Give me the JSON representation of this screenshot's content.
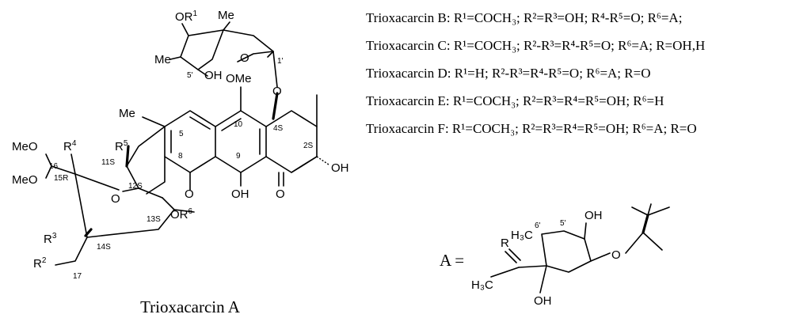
{
  "structure_labels": {
    "or1_top": {
      "main": "OR",
      "sup": "1"
    },
    "me_sugar": "Me",
    "me_sugar2": "Me",
    "o_sugar": "O",
    "oh_sugar": "OH",
    "pos_5p": "5'",
    "pos_1p": "1'",
    "ome": "OMe",
    "o_glyco": "O",
    "me_aryl": "Me",
    "pos_5": "5",
    "pos_10": "10",
    "pos_4s": "4S",
    "pos_8": "8",
    "pos_9": "9",
    "pos_2s": "2S",
    "oh_c2": "OH",
    "oh_c9": "OH",
    "o_keto": "O",
    "o_ring": "O",
    "r4": {
      "main": "R",
      "sup": "4"
    },
    "r5": {
      "main": "R",
      "sup": "5"
    },
    "pos_11s": "11S",
    "pos_12s": "12S",
    "o_12": "O",
    "meo_1": "MeO",
    "meo_2": "MeO",
    "pos_16": "16",
    "pos_15r": "15R",
    "pos_13s": "13S",
    "or6": {
      "main": "OR",
      "sup": "6"
    },
    "r3": {
      "main": "R",
      "sup": "3"
    },
    "pos_14s": "14S",
    "r2": {
      "main": "R",
      "sup": "2"
    },
    "pos_17": "17"
  },
  "caption": "Trioxacarcin A",
  "definitions": [
    {
      "name": "Trioxacarcin B:",
      "text": "R¹=COCH₃; R²=R³=OH; R⁴-R⁵=O; R⁶=A;"
    },
    {
      "name": "Trioxacarcin C:",
      "text": "R¹=COCH₃; R²-R³=R⁴-R⁵=O; R⁶=A; R=OH,H"
    },
    {
      "name": "Trioxacarcin D:",
      "text": "R¹=H; R²-R³=R⁴-R⁵=O; R⁶=A; R=O"
    },
    {
      "name": "Trioxacarcin E:",
      "text": "R¹=COCH₃; R²=R³=R⁴=R⁵=OH; R⁶=H"
    },
    {
      "name": "Trioxacarcin F:",
      "text": "R¹=COCH₃; R²=R³=R⁴=R⁵=OH; R⁶=A; R=O"
    }
  ],
  "substituent_a": {
    "symbol": "A =",
    "r": "R",
    "oh_top": "OH",
    "oh_bottom": "OH",
    "o_ring": "O",
    "h3c_1": "H₃C",
    "h3c_2": "H₃C",
    "pos_6p": "6'",
    "pos_5p": "5'"
  }
}
